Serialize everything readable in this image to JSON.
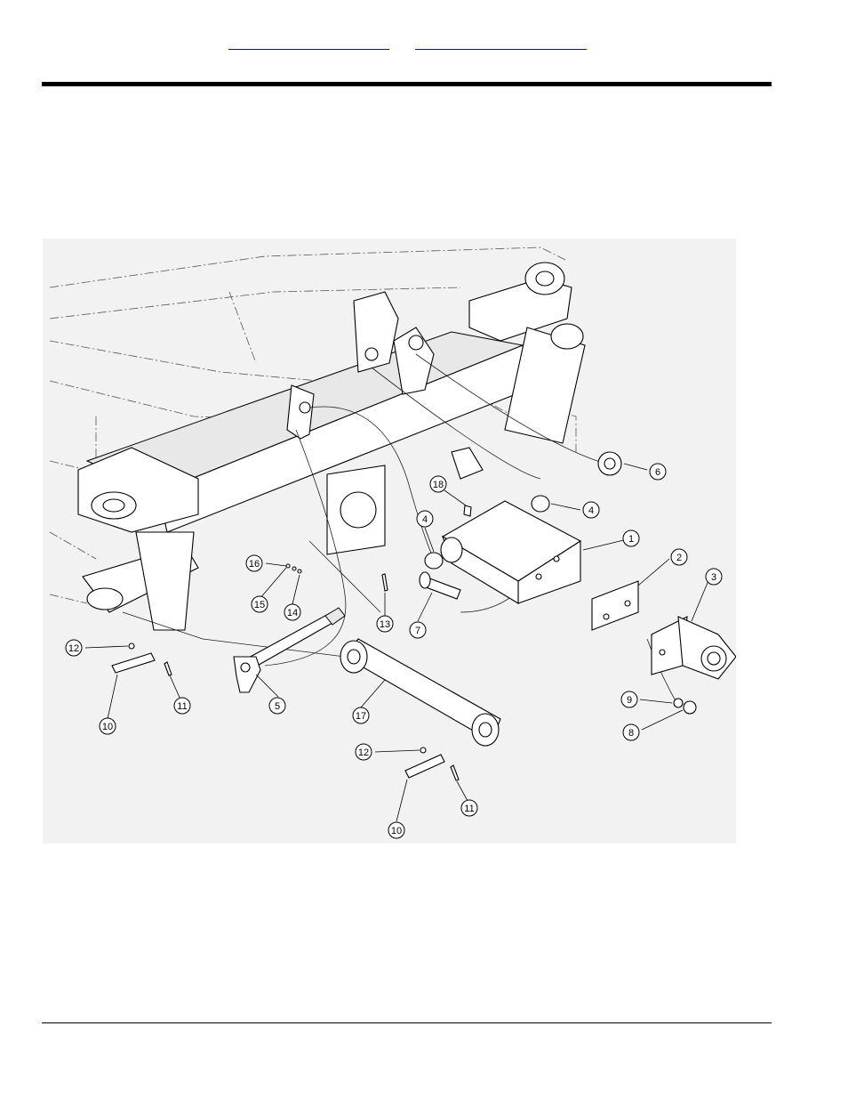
{
  "header": {
    "links": [
      {
        "label": ""
      },
      {
        "label": ""
      }
    ]
  },
  "figure": {
    "callouts": [
      {
        "label": "1"
      },
      {
        "label": "2"
      },
      {
        "label": "3"
      },
      {
        "label": "4"
      },
      {
        "label": "4"
      },
      {
        "label": "5"
      },
      {
        "label": "6"
      },
      {
        "label": "7"
      },
      {
        "label": "8"
      },
      {
        "label": "9"
      },
      {
        "label": "10"
      },
      {
        "label": "10"
      },
      {
        "label": "11"
      },
      {
        "label": "11"
      },
      {
        "label": "12"
      },
      {
        "label": "12"
      },
      {
        "label": "13"
      },
      {
        "label": "14"
      },
      {
        "label": "15"
      },
      {
        "label": "16"
      },
      {
        "label": "17"
      },
      {
        "label": "18"
      }
    ]
  }
}
